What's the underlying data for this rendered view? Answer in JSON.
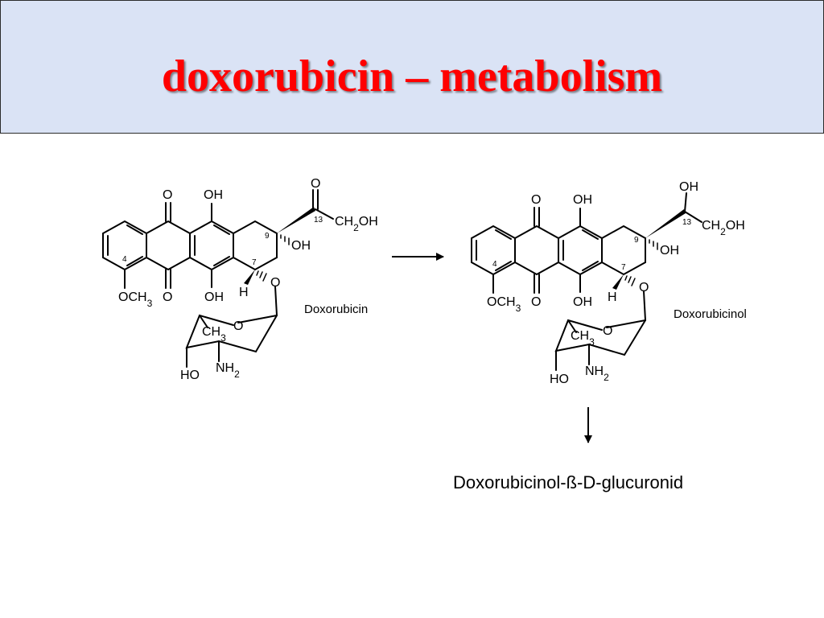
{
  "slide": {
    "title": "doxorubicin – metabolism",
    "title_color": "#ff0000",
    "band_color": "#dae3f5"
  },
  "molecules": [
    {
      "name": "Doxorubicin",
      "atom_labels": {
        "ketone_top": "O",
        "oh_top": "OH",
        "carbonyl_o": "O",
        "side_chain": "CH2OH",
        "c13": "13",
        "c9": "9",
        "oh9": "OH",
        "c4": "4",
        "c7": "7",
        "och3": "OCH3",
        "ketone_bottom": "O",
        "oh_bottom": "OH",
        "h7": "H",
        "glyc_o": "O",
        "ring_o": "O",
        "ch3": "CH3",
        "nh2": "NH2",
        "ho": "HO"
      }
    },
    {
      "name": "Doxorubicinol",
      "atom_labels": {
        "ketone_top": "O",
        "oh_top": "OH",
        "hydroxyl_13": "OH",
        "side_chain": "CH2OH",
        "c13": "13",
        "c9": "9",
        "oh9": "OH",
        "c4": "4",
        "c7": "7",
        "och3": "OCH3",
        "ketone_bottom": "O",
        "oh_bottom": "OH",
        "h7": "H",
        "glyc_o": "O",
        "ring_o": "O",
        "ch3": "CH3",
        "nh2": "NH2",
        "ho": "HO"
      }
    }
  ],
  "final_product": "Doxorubicinol-ß-D-glucuronid"
}
